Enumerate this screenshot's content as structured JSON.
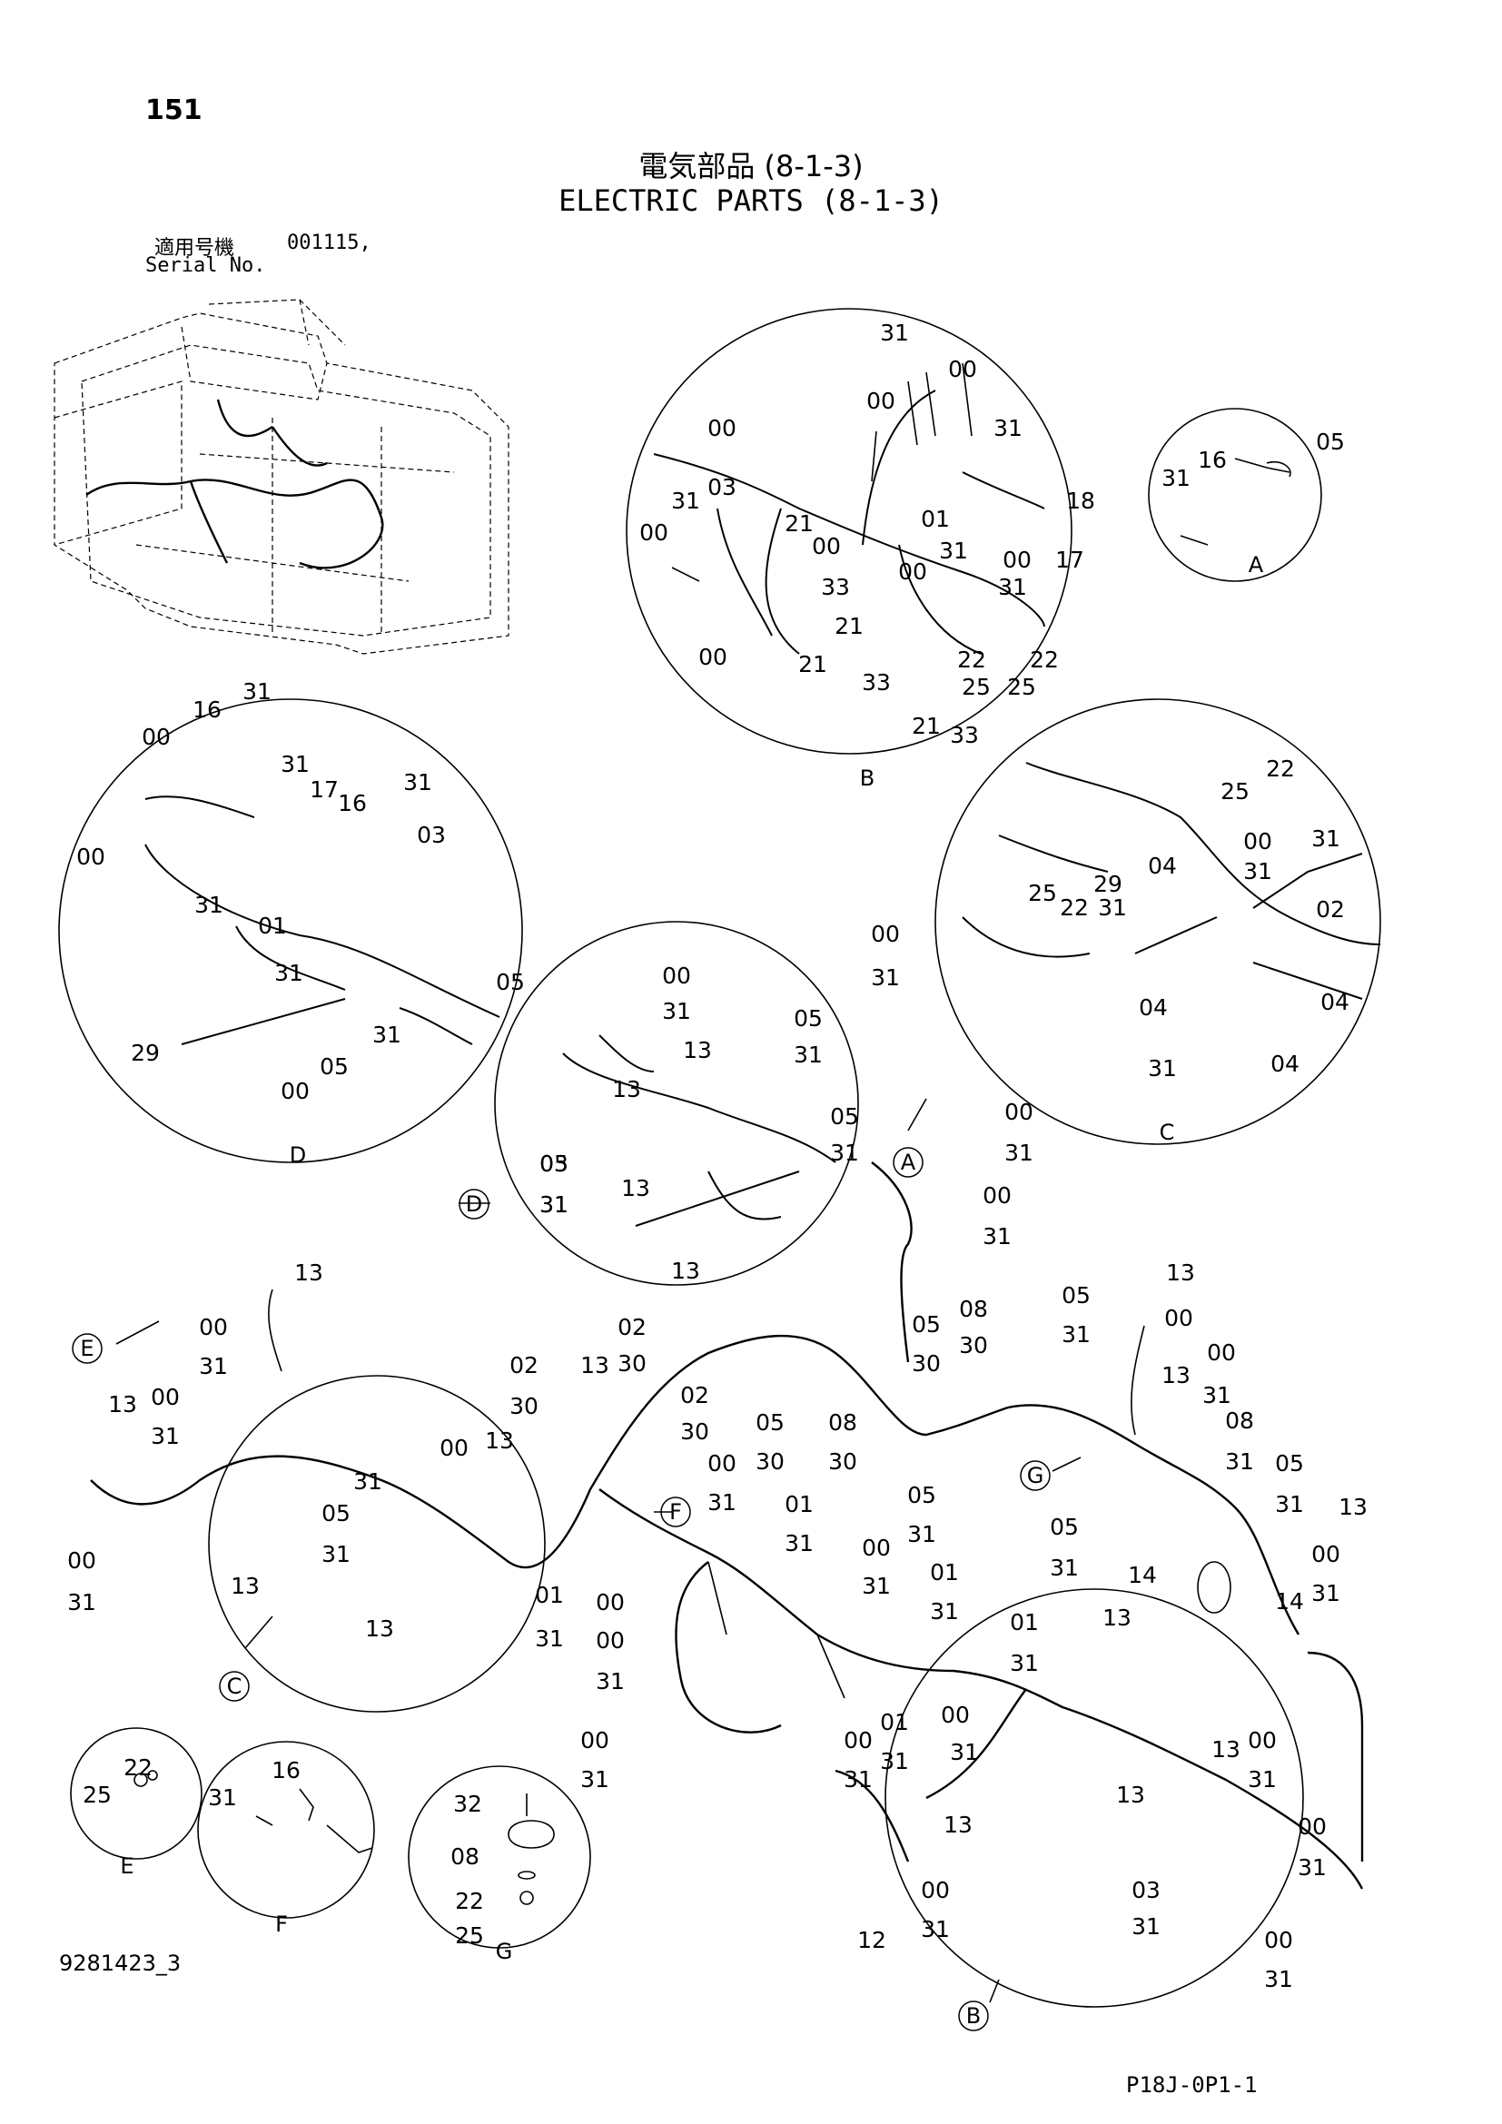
{
  "page_number": "151",
  "title_jp": "電気部品 (8-1-3)",
  "title_en": "ELECTRIC PARTS (8-1-3)",
  "serial_label_jp": "適用号機",
  "serial_value": "001115,",
  "serial_label_en": "Serial No.",
  "doc_code": "9281423_3",
  "page_code": "P18J-0P1-1",
  "detail_letters": [
    "A",
    "B",
    "C",
    "D",
    "E",
    "F",
    "G"
  ],
  "detail_labels": {
    "A": [
      "31",
      "16",
      "05"
    ],
    "B": [
      "31",
      "00",
      "00",
      "00",
      "31",
      "03",
      "00",
      "21",
      "00",
      "33",
      "21",
      "00",
      "01",
      "31",
      "00",
      "17",
      "18",
      "31",
      "31",
      "22",
      "21",
      "33",
      "25",
      "22",
      "25",
      "00",
      "21",
      "33"
    ],
    "C": [
      "25",
      "22",
      "00",
      "31",
      "31",
      "02",
      "04",
      "25",
      "22",
      "31",
      "29",
      "04",
      "04",
      "04",
      "31"
    ],
    "D": [
      "16",
      "31",
      "00",
      "31",
      "17",
      "16",
      "31",
      "00",
      "31",
      "03",
      "01",
      "31",
      "05",
      "31",
      "05",
      "29",
      "00"
    ],
    "E": [
      "22",
      "25"
    ],
    "F": [
      "16",
      "31"
    ],
    "G": [
      "32",
      "08",
      "22",
      "25"
    ],
    "mid": [
      "00",
      "31",
      "05",
      "31",
      "13",
      "05",
      "31",
      "13",
      "05",
      "31",
      "03",
      "31",
      "13",
      "13"
    ],
    "main": [
      "00",
      "31",
      "00",
      "31",
      "00",
      "31",
      "13",
      "00",
      "31",
      "13",
      "00",
      "31",
      "00",
      "31",
      "02",
      "30",
      "05",
      "30",
      "08",
      "30",
      "05",
      "31",
      "13",
      "00",
      "13",
      "00",
      "31",
      "08",
      "31",
      "05",
      "31",
      "13",
      "02",
      "30",
      "13",
      "02",
      "30",
      "05",
      "30",
      "08",
      "30",
      "05",
      "31",
      "00",
      "31",
      "05",
      "31",
      "14",
      "14",
      "00",
      "31",
      "00",
      "31",
      "05",
      "31",
      "13",
      "13",
      "13",
      "01",
      "31",
      "00",
      "00",
      "31",
      "01",
      "31",
      "00",
      "31",
      "01",
      "31",
      "00",
      "31",
      "00",
      "31",
      "01",
      "31",
      "13",
      "00",
      "31",
      "01",
      "31",
      "13",
      "13",
      "13",
      "00",
      "31",
      "03",
      "31",
      "00",
      "31",
      "12",
      "00",
      "31",
      "00",
      "31"
    ]
  }
}
